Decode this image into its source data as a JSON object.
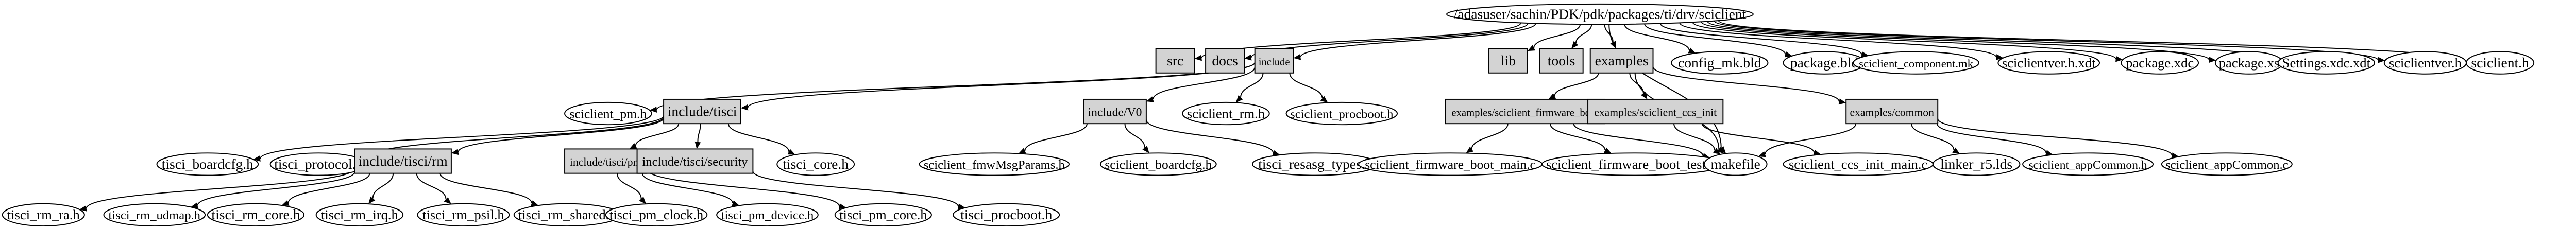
{
  "diagram": {
    "type": "directory-dependency-graph",
    "colors": {
      "directory_fill": "#d3d3d3",
      "file_fill": "#ffffff",
      "stroke": "#000000",
      "background": "#ffffff"
    },
    "nodes": [
      {
        "id": "root",
        "label": "/adasuser/sachin/PDK/pdk/packages/ti/drv/sciclient",
        "shape": "ellipse"
      },
      {
        "id": "src",
        "label": "src",
        "shape": "box"
      },
      {
        "id": "docs",
        "label": "docs",
        "shape": "box"
      },
      {
        "id": "include",
        "label": "include",
        "shape": "box"
      },
      {
        "id": "lib",
        "label": "lib",
        "shape": "box"
      },
      {
        "id": "tools",
        "label": "tools",
        "shape": "box"
      },
      {
        "id": "examples",
        "label": "examples",
        "shape": "box"
      },
      {
        "id": "config_mk_bld",
        "label": "config_mk.bld",
        "shape": "ellipse"
      },
      {
        "id": "package_bld",
        "label": "package.bld",
        "shape": "ellipse"
      },
      {
        "id": "sciclient_component_mk",
        "label": "sciclient_component.mk",
        "shape": "ellipse"
      },
      {
        "id": "sciclientver_h_xdt",
        "label": "sciclientver.h.xdt",
        "shape": "ellipse"
      },
      {
        "id": "package_xdc",
        "label": "package.xdc",
        "shape": "ellipse"
      },
      {
        "id": "package_xs",
        "label": "package.xs",
        "shape": "ellipse"
      },
      {
        "id": "settings_xdc_xdt",
        "label": "Settings.xdc.xdt",
        "shape": "ellipse"
      },
      {
        "id": "sciclientver_h",
        "label": "sciclientver.h",
        "shape": "ellipse"
      },
      {
        "id": "sciclient_h",
        "label": "sciclient.h",
        "shape": "ellipse"
      },
      {
        "id": "sciclient_pm_h",
        "label": "sciclient_pm.h",
        "shape": "ellipse"
      },
      {
        "id": "include_tisci",
        "label": "include/tisci",
        "shape": "box"
      },
      {
        "id": "include_v0",
        "label": "include/V0",
        "shape": "box"
      },
      {
        "id": "sciclient_rm_h",
        "label": "sciclient_rm.h",
        "shape": "ellipse"
      },
      {
        "id": "sciclient_procboot_h",
        "label": "sciclient_procboot.h",
        "shape": "ellipse"
      },
      {
        "id": "ex_fw_boot",
        "label": "examples/sciclient_firmware_boot",
        "shape": "box"
      },
      {
        "id": "ex_ccs_init",
        "label": "examples/sciclient_ccs_init",
        "shape": "box"
      },
      {
        "id": "ex_common",
        "label": "examples/common",
        "shape": "box"
      },
      {
        "id": "tisci_boardcfg_h",
        "label": "tisci_boardcfg.h",
        "shape": "ellipse"
      },
      {
        "id": "tisci_protocol_h",
        "label": "tisci_protocol.h",
        "shape": "ellipse"
      },
      {
        "id": "include_tisci_rm",
        "label": "include/tisci/rm",
        "shape": "box"
      },
      {
        "id": "include_tisci_pm",
        "label": "include/tisci/pm",
        "shape": "box"
      },
      {
        "id": "include_tisci_security",
        "label": "include/tisci/security",
        "shape": "box"
      },
      {
        "id": "tisci_core_h",
        "label": "tisci_core.h",
        "shape": "ellipse"
      },
      {
        "id": "sciclient_fmwMsgParams_h",
        "label": "sciclient_fmwMsgParams.h",
        "shape": "ellipse"
      },
      {
        "id": "sciclient_boardcfg_h",
        "label": "sciclient_boardcfg.h",
        "shape": "ellipse"
      },
      {
        "id": "tisci_resasg_types_h",
        "label": "tisci_resasg_types.h",
        "shape": "ellipse"
      },
      {
        "id": "fw_boot_main_c",
        "label": "sciclient_firmware_boot_main.c",
        "shape": "ellipse"
      },
      {
        "id": "fw_boot_tests_h",
        "label": "sciclient_firmware_boot_tests.h",
        "shape": "ellipse"
      },
      {
        "id": "makefile",
        "label": "makefile",
        "shape": "ellipse"
      },
      {
        "id": "ccs_init_main_c",
        "label": "sciclient_ccs_init_main.c",
        "shape": "ellipse"
      },
      {
        "id": "linker_r5_lds",
        "label": "linker_r5.lds",
        "shape": "ellipse"
      },
      {
        "id": "appCommon_h",
        "label": "sciclient_appCommon.h",
        "shape": "ellipse"
      },
      {
        "id": "appCommon_c",
        "label": "sciclient_appCommon.c",
        "shape": "ellipse"
      },
      {
        "id": "tisci_rm_ra_h",
        "label": "tisci_rm_ra.h",
        "shape": "ellipse"
      },
      {
        "id": "tisci_rm_udmap_h",
        "label": "tisci_rm_udmap.h",
        "shape": "ellipse"
      },
      {
        "id": "tisci_rm_core_h",
        "label": "tisci_rm_core.h",
        "shape": "ellipse"
      },
      {
        "id": "tisci_rm_irq_h",
        "label": "tisci_rm_irq.h",
        "shape": "ellipse"
      },
      {
        "id": "tisci_rm_psil_h",
        "label": "tisci_rm_psil.h",
        "shape": "ellipse"
      },
      {
        "id": "tisci_rm_shared_h",
        "label": "tisci_rm_shared.h",
        "shape": "ellipse"
      },
      {
        "id": "tisci_pm_clock_h",
        "label": "tisci_pm_clock.h",
        "shape": "ellipse"
      },
      {
        "id": "tisci_pm_device_h",
        "label": "tisci_pm_device.h",
        "shape": "ellipse"
      },
      {
        "id": "tisci_pm_core_h",
        "label": "tisci_pm_core.h",
        "shape": "ellipse"
      },
      {
        "id": "tisci_procboot_h",
        "label": "tisci_procboot.h",
        "shape": "ellipse"
      }
    ],
    "edges": [
      [
        "root",
        "src"
      ],
      [
        "root",
        "docs"
      ],
      [
        "root",
        "include"
      ],
      [
        "root",
        "lib"
      ],
      [
        "root",
        "tools"
      ],
      [
        "root",
        "examples"
      ],
      [
        "root",
        "config_mk_bld"
      ],
      [
        "root",
        "package_bld"
      ],
      [
        "root",
        "sciclient_component_mk"
      ],
      [
        "root",
        "sciclientver_h_xdt"
      ],
      [
        "root",
        "package_xdc"
      ],
      [
        "root",
        "package_xs"
      ],
      [
        "root",
        "settings_xdc_xdt"
      ],
      [
        "root",
        "sciclientver_h"
      ],
      [
        "root",
        "sciclient_h"
      ],
      [
        "root",
        "makefile"
      ],
      [
        "include",
        "sciclient_pm_h"
      ],
      [
        "include",
        "include_tisci"
      ],
      [
        "include",
        "include_v0"
      ],
      [
        "include",
        "sciclient_rm_h"
      ],
      [
        "include",
        "sciclient_procboot_h"
      ],
      [
        "examples",
        "ex_fw_boot"
      ],
      [
        "examples",
        "ex_ccs_init"
      ],
      [
        "examples",
        "ex_common"
      ],
      [
        "examples",
        "makefile"
      ],
      [
        "include_tisci",
        "tisci_boardcfg_h"
      ],
      [
        "include_tisci",
        "tisci_protocol_h"
      ],
      [
        "include_tisci",
        "include_tisci_rm"
      ],
      [
        "include_tisci",
        "include_tisci_pm"
      ],
      [
        "include_tisci",
        "include_tisci_security"
      ],
      [
        "include_tisci",
        "tisci_core_h"
      ],
      [
        "include_v0",
        "sciclient_fmwMsgParams_h"
      ],
      [
        "include_v0",
        "sciclient_boardcfg_h"
      ],
      [
        "include_v0",
        "tisci_resasg_types_h"
      ],
      [
        "ex_fw_boot",
        "fw_boot_main_c"
      ],
      [
        "ex_fw_boot",
        "fw_boot_tests_h"
      ],
      [
        "ex_fw_boot",
        "makefile"
      ],
      [
        "ex_ccs_init",
        "makefile"
      ],
      [
        "ex_ccs_init",
        "ccs_init_main_c"
      ],
      [
        "ex_common",
        "makefile"
      ],
      [
        "ex_common",
        "linker_r5_lds"
      ],
      [
        "ex_common",
        "appCommon_h"
      ],
      [
        "ex_common",
        "appCommon_c"
      ],
      [
        "include_tisci_rm",
        "tisci_rm_ra_h"
      ],
      [
        "include_tisci_rm",
        "tisci_rm_udmap_h"
      ],
      [
        "include_tisci_rm",
        "tisci_rm_core_h"
      ],
      [
        "include_tisci_rm",
        "tisci_rm_irq_h"
      ],
      [
        "include_tisci_rm",
        "tisci_rm_psil_h"
      ],
      [
        "include_tisci_rm",
        "tisci_rm_shared_h"
      ],
      [
        "include_tisci_pm",
        "tisci_pm_clock_h"
      ],
      [
        "include_tisci_pm",
        "tisci_pm_device_h"
      ],
      [
        "include_tisci_pm",
        "tisci_pm_core_h"
      ],
      [
        "include_tisci_security",
        "tisci_procboot_h"
      ]
    ]
  }
}
